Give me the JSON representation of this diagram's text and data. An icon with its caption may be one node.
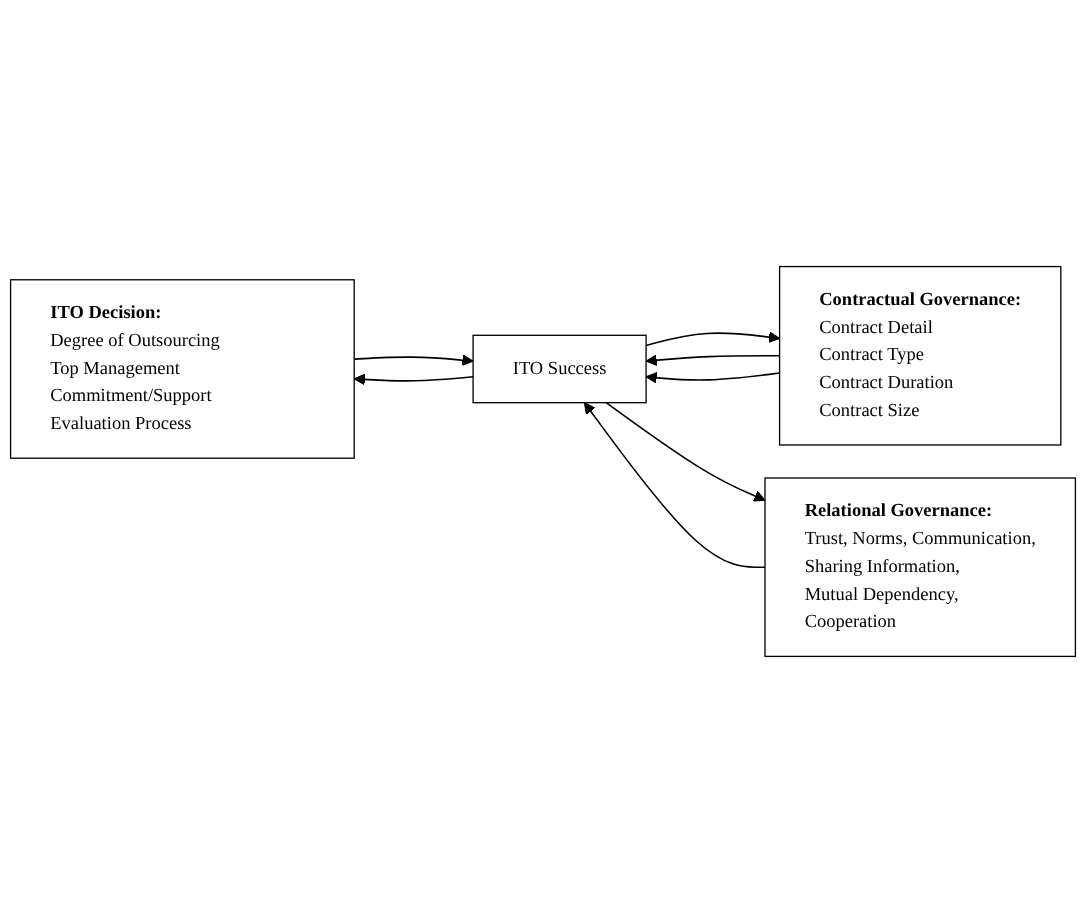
{
  "diagram": {
    "nodes": [
      {
        "text": [
          "ITO Decision:",
          "Degree of Outsourcing",
          "Top Management Commitment/Support",
          "Evaluation Process"
        ]
      },
      {
        "text": [
          "Contractual Governance:",
          "Contract Detail",
          "Contract Type",
          "Contract Duration",
          "Contract Size"
        ]
      },
      {
        "text": [
          "Relational Governance:",
          "Trust, Norms, Communication,",
          "Sharing Information,",
          "Mutual Dependency,",
          "Cooperation"
        ]
      },
      {
        "text": [
          "ITO Success"
        ]
      }
    ],
    "edges": [
      {
        "from": 0,
        "to": 3,
        "arrow": "to"
      },
      {
        "from": 1,
        "to": 3,
        "arrow": "to"
      },
      {
        "from": 1,
        "to": 3,
        "arrow": "to"
      },
      {
        "from": 2,
        "to": 3,
        "arrow": "to"
      },
      {
        "from": 3,
        "to": 0,
        "arrow": "to"
      },
      {
        "from": 3,
        "to": 1,
        "arrow": "to"
      },
      {
        "from": 3,
        "to": 2,
        "arrow": "to"
      }
    ]
  }
}
